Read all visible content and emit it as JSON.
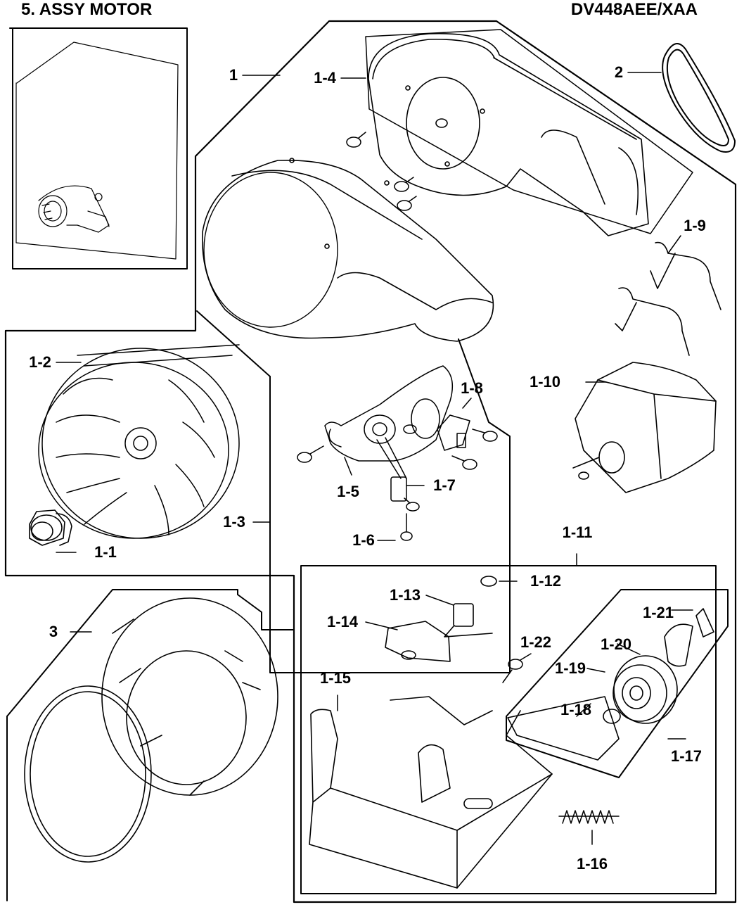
{
  "header": {
    "section_title": "5. ASSY MOTOR",
    "model_number": "DV448AEE/XAA"
  },
  "labels": {
    "p1": "1",
    "p1_1": "1-1",
    "p1_2": "1-2",
    "p1_3": "1-3",
    "p1_4": "1-4",
    "p1_5": "1-5",
    "p1_6": "1-6",
    "p1_7": "1-7",
    "p1_8": "1-8",
    "p1_9": "1-9",
    "p1_10": "1-10",
    "p1_11": "1-11",
    "p1_12": "1-12",
    "p1_13": "1-13",
    "p1_14": "1-14",
    "p1_15": "1-15",
    "p1_16": "1-16",
    "p1_17": "1-17",
    "p1_18": "1-18",
    "p1_19": "1-19",
    "p1_20": "1-20",
    "p1_21": "1-21",
    "p1_22": "1-22",
    "p2": "2",
    "p3": "3"
  }
}
